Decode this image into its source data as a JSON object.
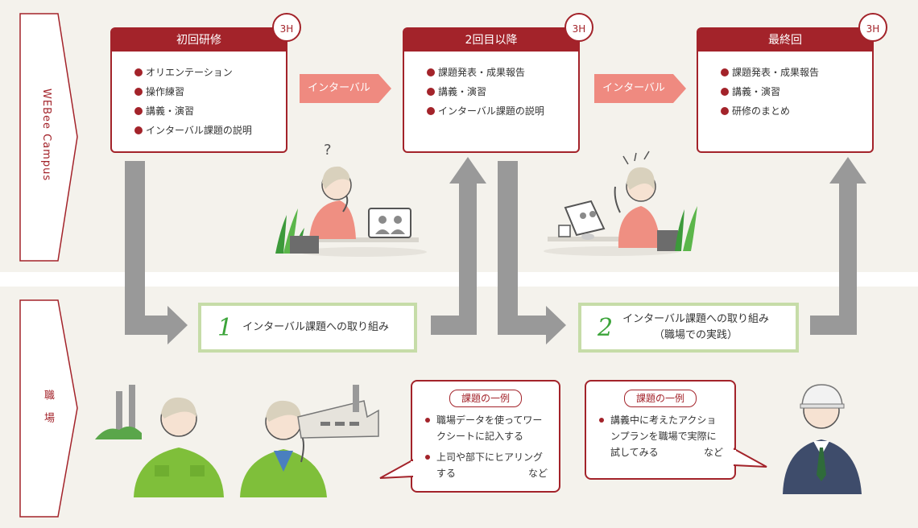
{
  "side_labels": {
    "online": "WEBee Campus",
    "workplace": "職　場"
  },
  "sessions": [
    {
      "title": "初回研修",
      "badge": "3H",
      "items": [
        "オリエンテーション",
        "操作練習",
        "講義・演習",
        "インターバル課題の説明"
      ]
    },
    {
      "title": "2回目以降",
      "badge": "3H",
      "items": [
        "課題発表・成果報告",
        "講義・演習",
        "インターバル課題の説明"
      ]
    },
    {
      "title": "最終回",
      "badge": "3H",
      "items": [
        "課題発表・成果報告",
        "講義・演習",
        "研修のまとめ"
      ]
    }
  ],
  "interval_label": "インターバル",
  "tasks": [
    {
      "number": "1",
      "text": "インターバル課題への取り組み"
    },
    {
      "number": "2",
      "text": "インターバル課題への取り組み",
      "sub": "（職場での実践）"
    }
  ],
  "examples": [
    {
      "tag": "課題の一例",
      "items": [
        "職場データを使ってワークシートに記入する",
        "上司や部下にヒアリングする"
      ],
      "suffix": "など"
    },
    {
      "tag": "課題の一例",
      "items": [
        "講義中に考えたアクションプランを職場で実際に試してみる"
      ],
      "suffix": "など"
    }
  ],
  "question_mark": "?",
  "colors": {
    "accent": "#a3232a",
    "interval_arrow": "#ef8a80",
    "flow_arrow": "#999999",
    "task_border": "#c6dca8",
    "task_number": "#3ca43a"
  }
}
